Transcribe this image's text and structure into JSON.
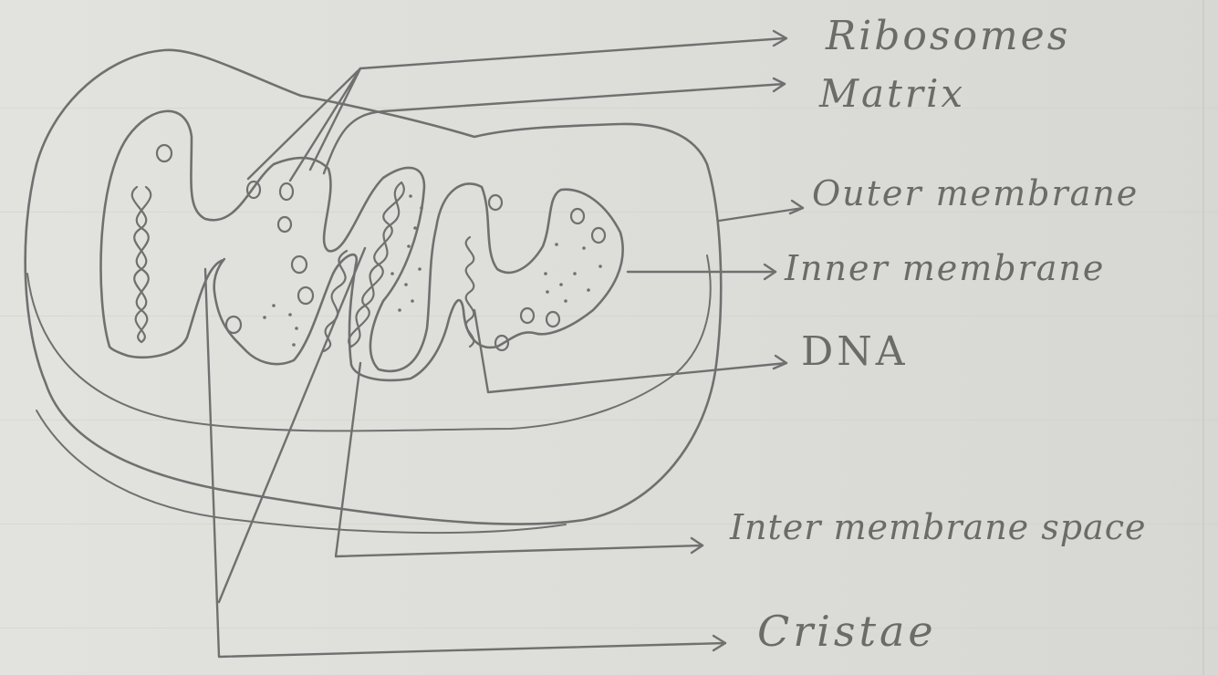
{
  "labels": {
    "ribosomes": "Ribosomes",
    "matrix": "Matrix",
    "outer_membrane": "Outer membrane",
    "inner_membrane": "Inner membrane",
    "dna": "DNA",
    "intermembrane_space": "Inter membrane space",
    "cristae": "Cristae"
  },
  "colors": {
    "paper": "#dededa",
    "pencil": "#6b6b68",
    "ruled_line": "#cfcfcb"
  }
}
